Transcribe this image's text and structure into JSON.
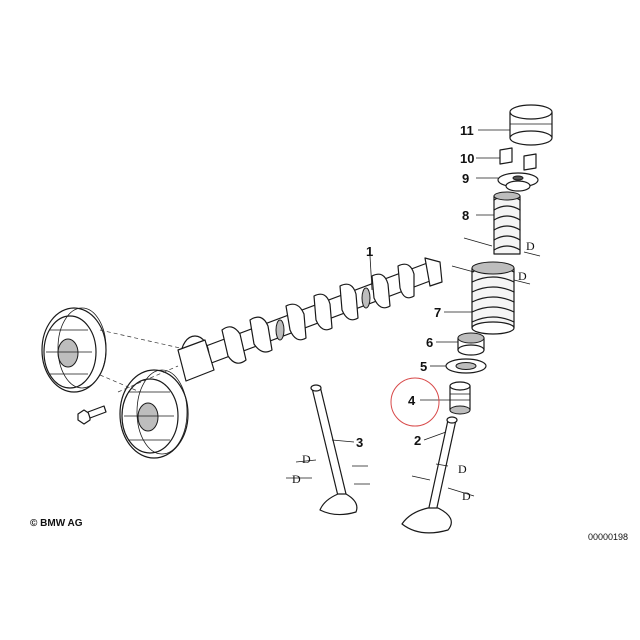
{
  "labels": {
    "part_1": "1",
    "part_2": "2",
    "part_3": "3",
    "part_4": "4",
    "part_5": "5",
    "part_6": "6",
    "part_7": "7",
    "part_8": "8",
    "part_9": "9",
    "part_10": "10",
    "part_11": "11",
    "dim": "D"
  },
  "footer": {
    "copyright": "© BMW AG",
    "diagram_id": "00000198"
  },
  "highlight": {
    "part": "4",
    "color": "#d84a4a"
  }
}
